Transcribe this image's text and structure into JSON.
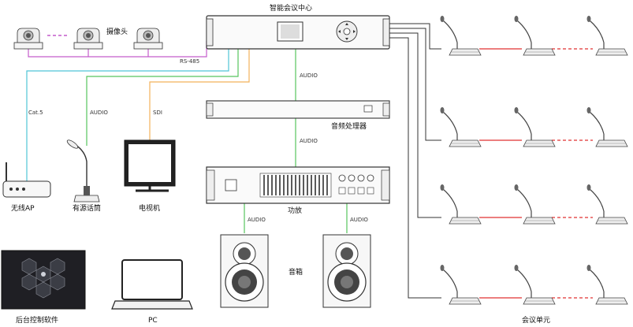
{
  "labels": {
    "center": "智能会议中心",
    "camera": "摄像头",
    "rs485": "RS-485",
    "audio_top": "AUDIO",
    "processor": "音频处理器",
    "audio_mid": "AUDIO",
    "amp": "功放",
    "audio_left": "AUDIO",
    "audio_right": "AUDIO",
    "speakers": "音箱",
    "cat5": "Cat.5",
    "audio_mic": "AUDIO",
    "sdi": "SDI",
    "wireless_ap": "无线AP",
    "active_mic": "有源话筒",
    "tv": "电视机",
    "backend_software": "后台控制软件",
    "pc": "PC",
    "conference_units": "会议单元"
  },
  "colors": {
    "purple": "#c45ccc",
    "cyan": "#4fc4d6",
    "green": "#56c45e",
    "orange": "#f2b25a",
    "red": "#e03030",
    "line": "#333333"
  }
}
